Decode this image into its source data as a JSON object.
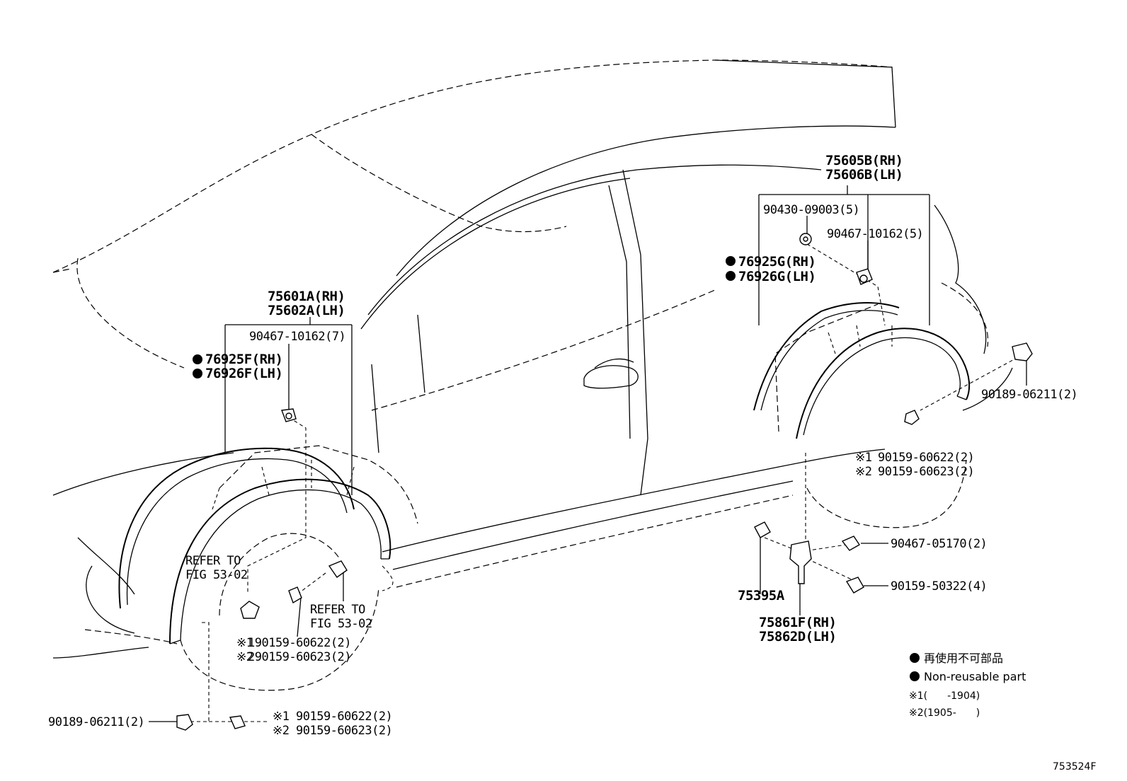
{
  "labels": {
    "rear_molding_rh": "75605B(RH)",
    "rear_molding_lh": "75606B(LH)",
    "rear_clip_a": "90430-09003(5)",
    "rear_clip_b": "90467-10162(5)",
    "rear_pad_rh": "76925G(RH)",
    "rear_pad_lh": "76926G(LH)",
    "rear_screw": "90189-06211(2)",
    "rear_bolt_1": "90159-60622(2)",
    "rear_bolt_2": "90159-60623(2)",
    "front_molding_rh": "75601A(RH)",
    "front_molding_lh": "75602A(LH)",
    "front_clip": "90467-10162(7)",
    "front_pad_rh": "76925F(RH)",
    "front_pad_lh": "76926F(LH)",
    "refer_1_line1": "REFER TO",
    "refer_1_line2": "FIG 53-02",
    "refer_2_line1": "REFER TO",
    "refer_2_line2": "FIG 53-02",
    "front_bolt_1": "190159-60622(2)",
    "front_bolt_2": "290159-60623(2)",
    "bottom_screw": "90189-06211(2)",
    "bottom_bolt_1": "90159-60622(2)",
    "bottom_bolt_2": "90159-60623(2)",
    "clip_90467": "90467-05170(2)",
    "bolt_90159": "90159-50322(4)",
    "bracket": "75395A",
    "mudguard_rh": "75861F(RH)",
    "mudguard_lh": "75862D(LH)",
    "ref_mark_1": "※1",
    "ref_mark_2": "※2"
  },
  "legend": {
    "non_reusable_jp": "再使用不可部品",
    "non_reusable_en": "Non-reusable part",
    "note1": "※1(　　-1904)",
    "note2": "※2(1905-　　)"
  },
  "figure_id": "753524F"
}
